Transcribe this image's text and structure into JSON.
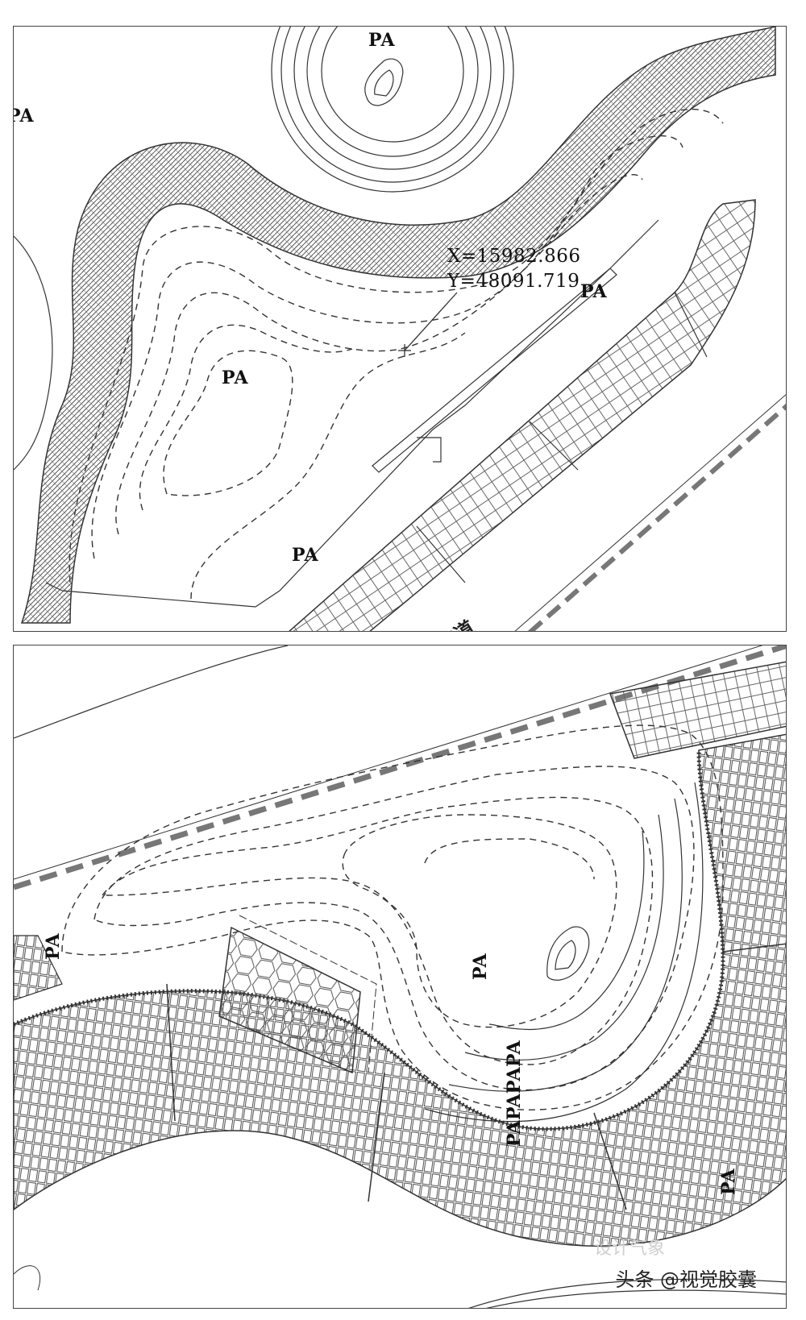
{
  "top": {
    "labels": {
      "pa_top": "PA",
      "pa_left_edge": "PA",
      "pa_center": "PA",
      "pa_right": "PA",
      "pa_bottom": "PA"
    },
    "coordinate": {
      "x": "X=15982.866",
      "y": "Y=48091.719"
    },
    "road_label": "车道"
  },
  "bottom": {
    "labels": {
      "pa_left": "PA",
      "pa_center": "PA",
      "pa_stack": "PAPAPAPA",
      "pa_right": "PA"
    }
  },
  "watermark": {
    "faint_text": "设计气象",
    "text": "头条 @视觉胶囊"
  },
  "colors": {
    "line": "#333333",
    "paving": "#555555",
    "road_dash": "#777777",
    "border": "#444444"
  }
}
